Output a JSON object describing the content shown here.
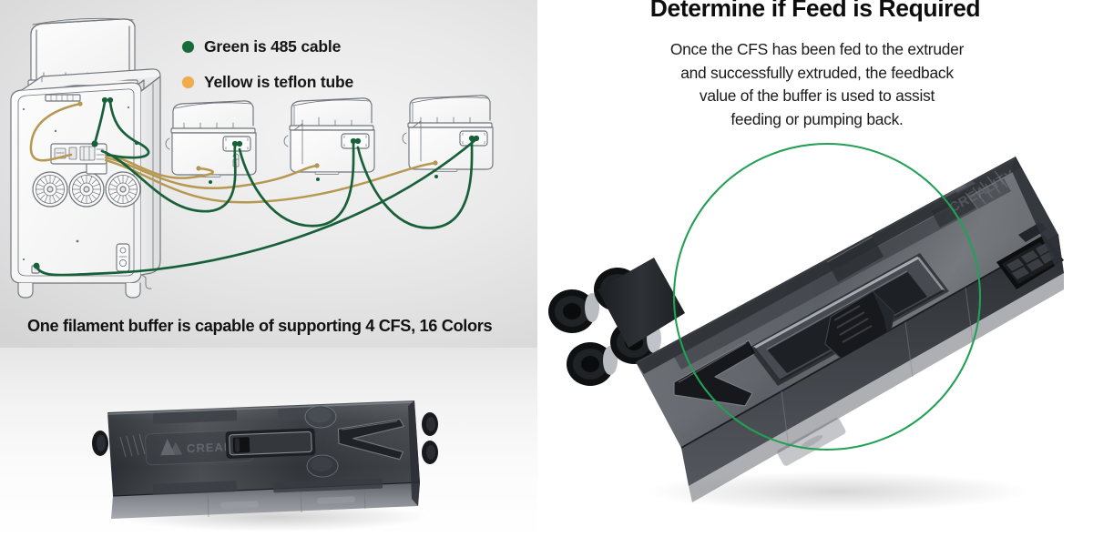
{
  "left_panel": {
    "legend": {
      "items": [
        {
          "label": "Green is 485 cable",
          "icon": "dot-icon",
          "color": "#176b3a"
        },
        {
          "label": "Yellow is teflon tube",
          "icon": "dot-icon",
          "color": "#f0ab4a"
        }
      ]
    },
    "caption": "One filament  buffer is capable of supporting 4 CFS, 16 Colors",
    "diagram": {
      "type": "line-drawing",
      "subject": "3D printer rear view with CFS units and filament buffer wiring",
      "printer_label": "3d-printer-rear",
      "cfs_units_count": 4,
      "fan_count": 3,
      "teflon_tube_count": 4,
      "cable_color": "#18603a",
      "tube_color": "#b79851",
      "outline_color": "#6f757b"
    },
    "photo": {
      "label": "filament-buffer-photo",
      "brand_text": "CREALITY",
      "body_color": "#2c2f33",
      "port_count_left": 1,
      "port_count_right": 2
    }
  },
  "right_panel": {
    "title": "Determine if Feed is Required",
    "body_lines": [
      "Once the CFS has been fed to the extruder",
      "and successfully extruded, the feedback",
      "value of the buffer is used to assist",
      "feeding or pumping back."
    ],
    "photo": {
      "label": "filament-buffer-closeup",
      "brand_text": "CREALITY",
      "highlight_circle_color": "#22a055",
      "highlight_target": "buffer-feedback-slider",
      "tube_port_count": 4,
      "connector_pins": 6,
      "body_color": "#3a3e43"
    }
  }
}
